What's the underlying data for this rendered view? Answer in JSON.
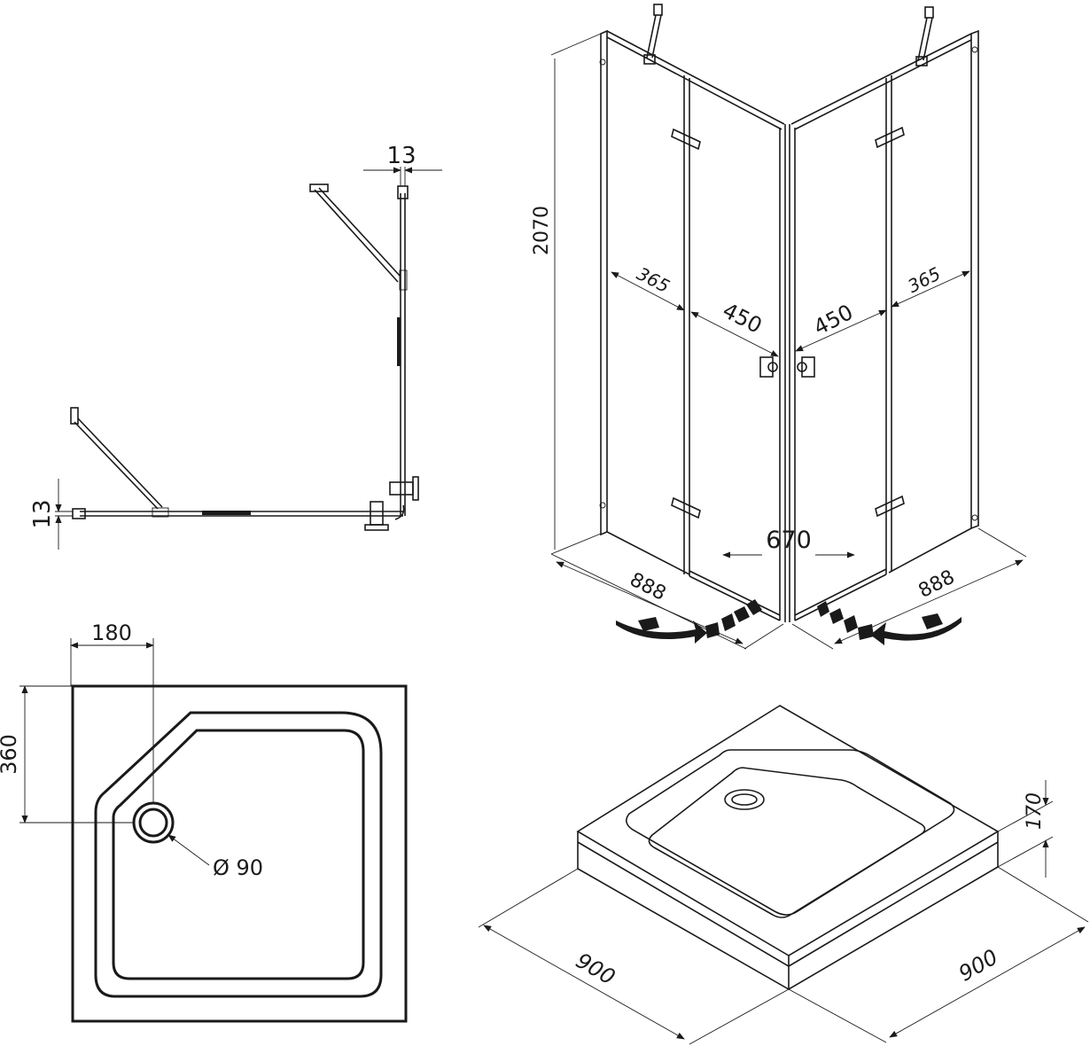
{
  "top_view": {
    "dim_left_thickness": "13",
    "dim_top_thickness": "13"
  },
  "enclosure": {
    "height": "2070",
    "left_fixed_width": "365",
    "left_door_width": "450",
    "right_door_width": "450",
    "right_fixed_width": "365",
    "entry_width": "670",
    "left_side_length": "888",
    "right_side_length": "888"
  },
  "tray_plan": {
    "drain_offset_x": "180",
    "drain_offset_y": "360",
    "drain_diameter": "Ø 90"
  },
  "tray_iso": {
    "height": "170",
    "width_left": "900",
    "width_right": "900"
  },
  "colors": {
    "line": "#1a1a1a",
    "background": "#ffffff"
  }
}
